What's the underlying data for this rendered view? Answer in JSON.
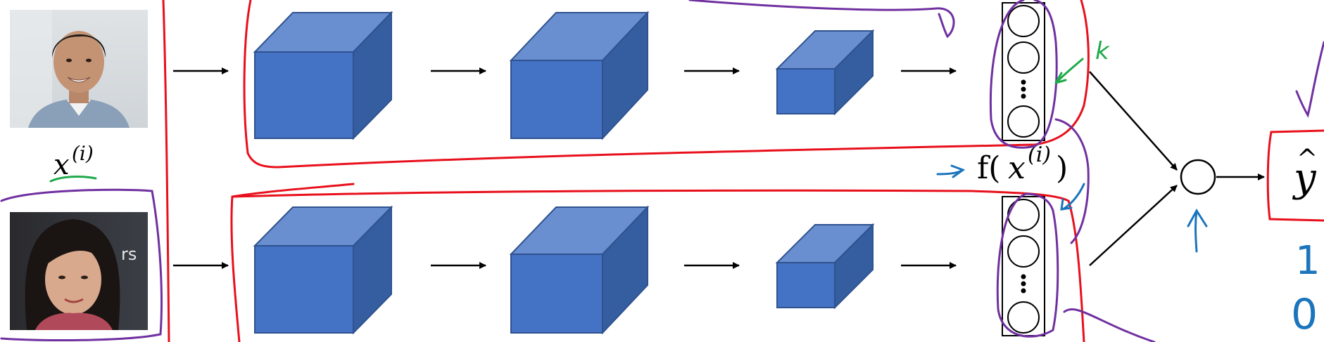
{
  "photos": {
    "top_subject": "man-portrait",
    "bottom_subject": "woman-portrait",
    "bottom_background_text": "rs"
  },
  "labels": {
    "input_label": "x(i)",
    "input_var": "x",
    "input_sup": "(i)",
    "encoding_label": "f(x(i))",
    "encoding_prefix": "f(",
    "encoding_var": "x",
    "encoding_sup": "(i)",
    "encoding_suffix": ")",
    "output_label": "ŷ",
    "output_char": "y",
    "output_hat": "^",
    "annotation_k": "k",
    "annotation_one": "1",
    "annotation_zero": "0"
  },
  "colors": {
    "cube_front": "#4472c4",
    "cube_top": "#6a8fd0",
    "cube_side": "#355ea0",
    "cube_stroke": "#2f528f",
    "ink_red": "#e8101c",
    "ink_purple": "#7030a0",
    "ink_green": "#1faa4b",
    "ink_blue": "#1b75bc",
    "arrow": "#000000"
  }
}
